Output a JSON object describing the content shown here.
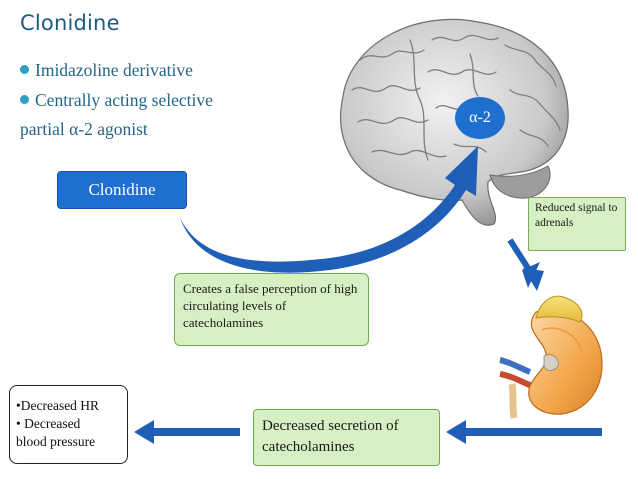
{
  "title": "Clonidine",
  "bullets": {
    "b1": "Imidazoline derivative",
    "b2": "Centrally acting selective",
    "b3": "partial α-2 agonist"
  },
  "drug_box": "Clonidine",
  "receptor_label": "α-2",
  "reduced_signal": "Reduced signal to adrenals",
  "false_perception": "Creates a false perception of high circulating levels of catecholamines",
  "decreased_secretion": "Decreased secretion of catecholamines",
  "effects": {
    "line1": "•Decreased HR",
    "line2": "• Decreased",
    "line3": "blood pressure"
  },
  "colors": {
    "arrow_blue": "#1f5fb8",
    "box_green": "#d6f0c4",
    "title_blue": "#1c5d7e"
  },
  "icons": [
    "brain-illustration",
    "kidney-adrenal-illustration"
  ]
}
